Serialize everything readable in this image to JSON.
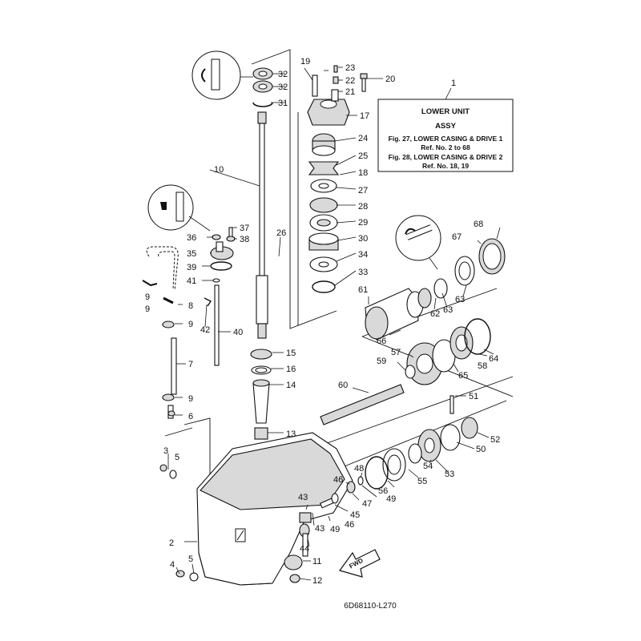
{
  "legend": {
    "title_line1": "LOWER UNIT",
    "title_line2": "ASSY",
    "line1": "Fig. 27, LOWER CASING & DRIVE 1",
    "line2": "Ref. No. 2 to 68",
    "line3": "Fig. 28, LOWER CASING & DRIVE 2",
    "line4": "Ref. No. 18, 19"
  },
  "diagram_code": "6D68110-L270",
  "fwd_label": "FWD",
  "callouts": {
    "c1": "1",
    "c2": "2",
    "c3": "3",
    "c4": "4",
    "c5a": "5",
    "c5b": "5",
    "c6": "6",
    "c7": "7",
    "c8": "8",
    "c9a": "9",
    "c9b": "9",
    "c9c": "9",
    "c9d": "9",
    "c10": "10",
    "c11": "11",
    "c12": "12",
    "c13": "13",
    "c14": "14",
    "c15": "15",
    "c16": "16",
    "c17": "17",
    "c18": "18",
    "c19": "19",
    "c20": "20",
    "c21": "21",
    "c22": "22",
    "c23": "23",
    "c24": "24",
    "c25": "25",
    "c26": "26",
    "c27": "27",
    "c28": "28",
    "c29": "29",
    "c30": "30",
    "c31": "31",
    "c32a": "32",
    "c32b": "32",
    "c33": "33",
    "c34": "34",
    "c35": "35",
    "c36": "36",
    "c37": "37",
    "c38": "38",
    "c39": "39",
    "c40": "40",
    "c41": "41",
    "c42": "42",
    "c43a": "43",
    "c43b": "43",
    "c44": "44",
    "c45": "45",
    "c46a": "46",
    "c46b": "46",
    "c47": "47",
    "c48": "48",
    "c49a": "49",
    "c49b": "49",
    "c50": "50",
    "c51": "51",
    "c52": "52",
    "c53": "53",
    "c54": "54",
    "c55": "55",
    "c56": "56",
    "c57": "57",
    "c58": "58",
    "c59": "59",
    "c60": "60",
    "c61": "61",
    "c62": "62",
    "c63a": "63",
    "c63b": "63",
    "c64": "64",
    "c65": "65",
    "c66": "66",
    "c67": "67",
    "c68": "68"
  }
}
